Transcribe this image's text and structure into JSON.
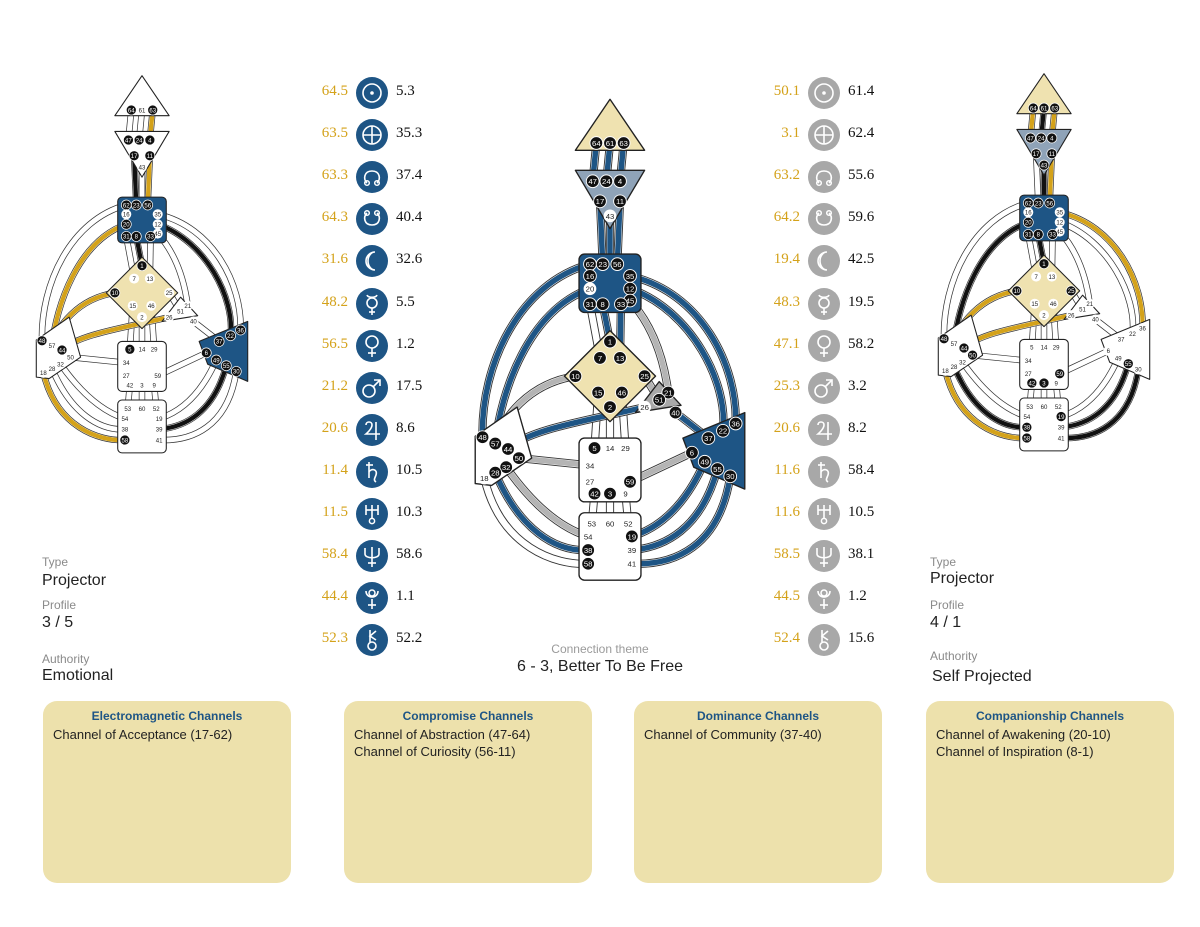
{
  "colors": {
    "gold": "#d4a21a",
    "navy": "#1e5585",
    "grey": "#a8a8a8",
    "beige": "#efe2b0",
    "card": "#ede1ac",
    "slate": "#8fa3b8"
  },
  "left_chart": {
    "type_label": "Type",
    "type_value": "Projector",
    "profile_label": "Profile",
    "profile_value": "3 / 5",
    "authority_label": "Authority",
    "authority_value": "Emotional"
  },
  "right_chart": {
    "type_label": "Type",
    "type_value": "Projector",
    "profile_label": "Profile",
    "profile_value": "4 / 1",
    "authority_label": "Authority",
    "authority_value": "Self Projected"
  },
  "connection": {
    "label": "Connection theme",
    "value": "6 - 3, Better To Be Free"
  },
  "planets_left": [
    {
      "icon": "sun-icon",
      "design": "64.5",
      "personality": "5.3"
    },
    {
      "icon": "earth-icon",
      "design": "63.5",
      "personality": "35.3"
    },
    {
      "icon": "north-node-icon",
      "design": "63.3",
      "personality": "37.4"
    },
    {
      "icon": "south-node-icon",
      "design": "64.3",
      "personality": "40.4"
    },
    {
      "icon": "moon-icon",
      "design": "31.6",
      "personality": "32.6"
    },
    {
      "icon": "mercury-icon",
      "design": "48.2",
      "personality": "5.5"
    },
    {
      "icon": "venus-icon",
      "design": "56.5",
      "personality": "1.2"
    },
    {
      "icon": "mars-icon",
      "design": "21.2",
      "personality": "17.5"
    },
    {
      "icon": "jupiter-icon",
      "design": "20.6",
      "personality": "8.6"
    },
    {
      "icon": "saturn-icon",
      "design": "11.4",
      "personality": "10.5"
    },
    {
      "icon": "uranus-icon",
      "design": "11.5",
      "personality": "10.3"
    },
    {
      "icon": "neptune-icon",
      "design": "58.4",
      "personality": "58.6"
    },
    {
      "icon": "pluto-icon",
      "design": "44.4",
      "personality": "1.1"
    },
    {
      "icon": "chiron-icon",
      "design": "52.3",
      "personality": "52.2"
    }
  ],
  "planets_right": [
    {
      "icon": "sun-icon",
      "design": "50.1",
      "personality": "61.4"
    },
    {
      "icon": "earth-icon",
      "design": "3.1",
      "personality": "62.4"
    },
    {
      "icon": "north-node-icon",
      "design": "63.2",
      "personality": "55.6"
    },
    {
      "icon": "south-node-icon",
      "design": "64.2",
      "personality": "59.6"
    },
    {
      "icon": "moon-icon",
      "design": "19.4",
      "personality": "42.5"
    },
    {
      "icon": "mercury-icon",
      "design": "48.3",
      "personality": "19.5"
    },
    {
      "icon": "venus-icon",
      "design": "47.1",
      "personality": "58.2"
    },
    {
      "icon": "mars-icon",
      "design": "25.3",
      "personality": "3.2"
    },
    {
      "icon": "jupiter-icon",
      "design": "20.6",
      "personality": "8.2"
    },
    {
      "icon": "saturn-icon",
      "design": "11.6",
      "personality": "58.4"
    },
    {
      "icon": "uranus-icon",
      "design": "11.6",
      "personality": "10.5"
    },
    {
      "icon": "neptune-icon",
      "design": "58.5",
      "personality": "38.1"
    },
    {
      "icon": "pluto-icon",
      "design": "44.5",
      "personality": "1.2"
    },
    {
      "icon": "chiron-icon",
      "design": "52.4",
      "personality": "15.6"
    }
  ],
  "cards": [
    {
      "title": "Electromagnetic Channels",
      "items": [
        "Channel of Acceptance (17-62)"
      ]
    },
    {
      "title": "Compromise Channels",
      "items": [
        "Channel of Abstraction (47-64)",
        "Channel of Curiosity (56-11)"
      ]
    },
    {
      "title": "Dominance Channels",
      "items": [
        "Channel of Community (37-40)"
      ]
    },
    {
      "title": "Companionship Channels",
      "items": [
        "Channel of Awakening (20-10)",
        "Channel of Inspiration (8-1)"
      ]
    }
  ],
  "gates": {
    "head": [
      "64",
      "61",
      "63"
    ],
    "ajna": [
      "47",
      "24",
      "4",
      "17",
      "11",
      "43"
    ],
    "throat": [
      "62",
      "23",
      "56",
      "16",
      "35",
      "20",
      "12",
      "45",
      "31",
      "8",
      "33"
    ],
    "g": [
      "1",
      "7",
      "13",
      "10",
      "25",
      "15",
      "46",
      "2"
    ],
    "heart": [
      "21",
      "51",
      "26",
      "40"
    ],
    "spleen": [
      "48",
      "57",
      "44",
      "50",
      "32",
      "28",
      "18"
    ],
    "sacral": [
      "5",
      "14",
      "29",
      "34",
      "27",
      "59",
      "42",
      "3",
      "9"
    ],
    "solar": [
      "36",
      "22",
      "37",
      "6",
      "49",
      "55",
      "30"
    ],
    "root": [
      "53",
      "60",
      "52",
      "54",
      "19",
      "38",
      "39",
      "58",
      "41"
    ]
  }
}
